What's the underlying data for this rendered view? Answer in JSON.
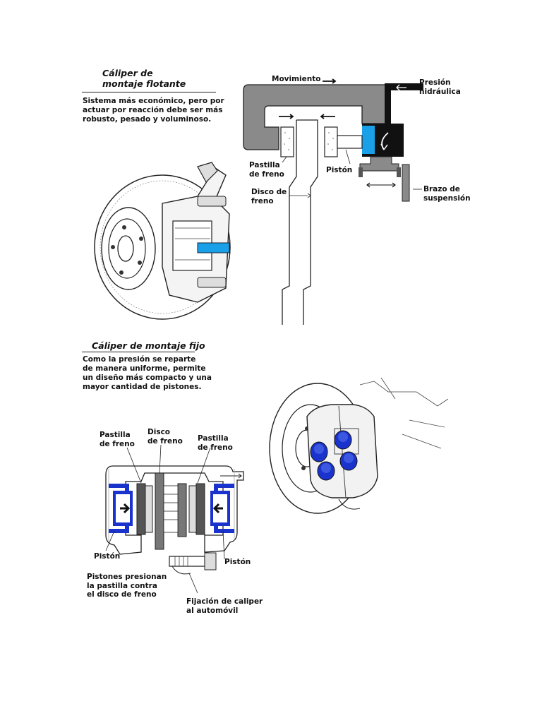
{
  "floating": {
    "title_line1": "Cáliper de",
    "title_line2": "montaje flotante",
    "description": [
      "Sistema más económico, pero por",
      "actuar por reacción debe ser más",
      "robusto, pesado y voluminoso."
    ],
    "diagram": {
      "movement": "Movimiento",
      "pressure_line1": "Presión",
      "pressure_line2": "hidráulica",
      "pad_line1": "Pastilla",
      "pad_line2": "de freno",
      "piston": "Pistón",
      "disc_line1": "Disco de",
      "disc_line2": "freno",
      "arm_line1": "Brazo de",
      "arm_line2": "suspensión"
    }
  },
  "fixed": {
    "title": "Cáliper de montaje fijo",
    "description": [
      "Como la presión se reparte",
      "de manera uniforme, permite",
      "un diseño más compacto y una",
      "mayor cantidad de pistones."
    ],
    "diagram": {
      "pad_left_line1": "Pastilla",
      "pad_left_line2": "de freno",
      "disc_line1": "Disco",
      "disc_line2": "de freno",
      "pad_right_line1": "Pastilla",
      "pad_right_line2": "de freno",
      "piston_left": "Pistón",
      "piston_right": "Pistón",
      "press_line1": "Pistones presionan",
      "press_line2": "la pastilla contra",
      "press_line3": "el disco de freno",
      "mount_line1": "Fijación de caliper",
      "mount_line2": "al automóvil"
    }
  },
  "colors": {
    "piston_blue": "#1a33cc",
    "cyan": "#1aa0e8",
    "gray": "#8a8a8a"
  }
}
